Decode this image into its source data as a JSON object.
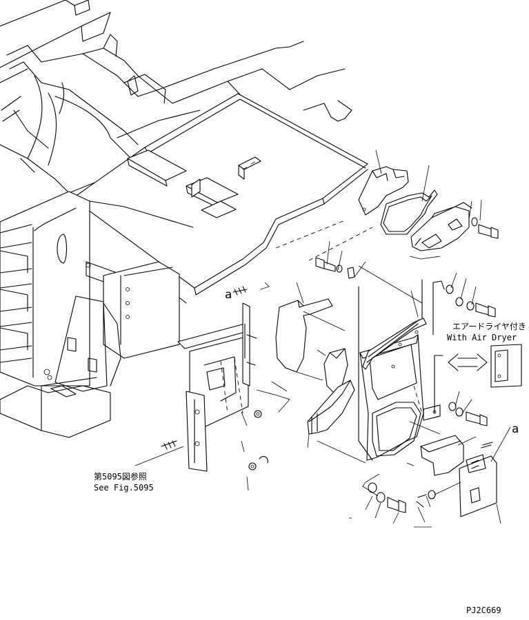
{
  "labels": {
    "ref_a_left": "a",
    "ref_a_right": "a",
    "air_dryer_jp": "エアードライヤ付き",
    "air_dryer_en": "With Air Dryer",
    "see_fig_jp": "第5095図参照",
    "see_fig_en": "See Fig.5095",
    "drawing_code": "PJ2C669"
  }
}
